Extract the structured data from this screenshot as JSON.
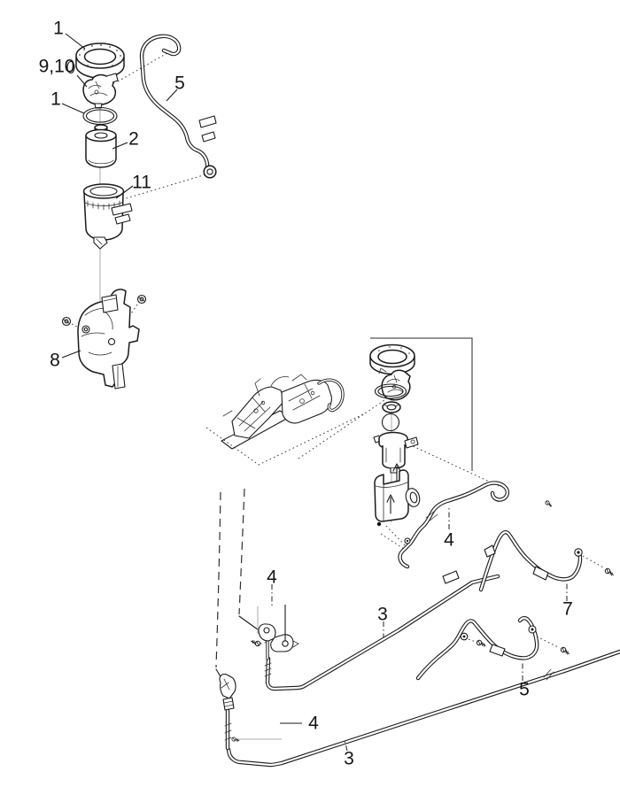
{
  "diagram": {
    "background_color": "#ffffff",
    "line_color": "#1a1a1a"
  },
  "callouts": [
    {
      "part": "cam-lock-ring-top",
      "label": "1"
    },
    {
      "part": "fuel-pump-head",
      "label": "9,10"
    },
    {
      "part": "o-ring",
      "label": "1"
    },
    {
      "part": "fuel-filter-element",
      "label": "2"
    },
    {
      "part": "reservoir-cup",
      "label": "11"
    },
    {
      "part": "fuel-tube-upper",
      "label": "5"
    },
    {
      "part": "mounting-bracket",
      "label": "8"
    },
    {
      "part": "fuel-line-mid",
      "label": "4"
    },
    {
      "part": "fuel-line-right",
      "label": "7"
    },
    {
      "part": "quick-connector",
      "label": "4"
    },
    {
      "part": "fuel-supply-line-upper",
      "label": "3"
    },
    {
      "part": "fuel-hose-lower-right",
      "label": "5"
    },
    {
      "part": "rollover-valve-fitting",
      "label": "4"
    },
    {
      "part": "fuel-supply-line-lower",
      "label": "3"
    }
  ]
}
